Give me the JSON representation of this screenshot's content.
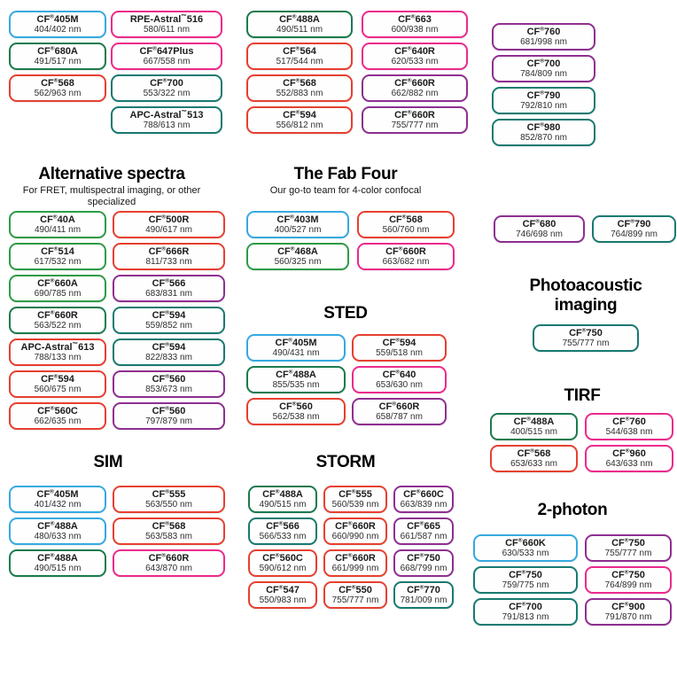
{
  "colors": {
    "blue": "#36a9e1",
    "green": "#2e9c47",
    "forest": "#1b7a4e",
    "teal": "#187a70",
    "red": "#e64030",
    "pink": "#ec2a8c",
    "purple": "#8e2f91"
  },
  "sections": {
    "top_left": {
      "columns": [
        [
          {
            "name": "CF®405M",
            "range": "404/402 nm",
            "color": "blue"
          },
          {
            "name": "CF®680A",
            "range": "491/517 nm",
            "color": "forest"
          },
          {
            "name": "CF®568",
            "range": "562/963 nm",
            "color": "red"
          }
        ],
        [
          {
            "name": "RPE-Astral™516",
            "range": "580/611 nm",
            "color": "pink"
          },
          {
            "name": "CF®647Plus",
            "range": "667/558 nm",
            "color": "pink"
          },
          {
            "name": "CF®700",
            "range": "553/322 nm",
            "color": "teal"
          },
          {
            "name": "APC-Astral™513",
            "range": "788/613 nm",
            "color": "teal"
          }
        ]
      ]
    },
    "top_middle": {
      "columns": [
        [
          {
            "name": "CF®488A",
            "range": "490/511 nm",
            "color": "forest"
          },
          {
            "name": "CF®564",
            "range": "517/544 nm",
            "color": "red"
          },
          {
            "name": "CF®568",
            "range": "552/883 nm",
            "color": "red"
          },
          {
            "name": "CF®594",
            "range": "556/812 nm",
            "color": "red"
          }
        ],
        [
          {
            "name": "CF®663",
            "range": "600/938 nm",
            "color": "pink"
          },
          {
            "name": "CF®640R",
            "range": "620/533 nm",
            "color": "pink"
          },
          {
            "name": "CF®660R",
            "range": "662/882 nm",
            "color": "purple"
          },
          {
            "name": "CF®660R",
            "range": "755/777 nm",
            "color": "purple"
          }
        ]
      ]
    },
    "top_right": {
      "columns": [
        [
          {
            "name": "CF®760",
            "range": "681/998 nm",
            "color": "purple"
          },
          {
            "name": "CF®700",
            "range": "784/809 nm",
            "color": "purple"
          },
          {
            "name": "CF®790",
            "range": "792/810 nm",
            "color": "teal"
          },
          {
            "name": "CF®980",
            "range": "852/870 nm",
            "color": "teal"
          }
        ]
      ]
    },
    "alternative": {
      "title": "Alternative spectra",
      "subtitle": "For FRET, multispectral imaging, or other specialized",
      "columns": [
        [
          {
            "name": "CF®40A",
            "range": "490/411 nm",
            "color": "green"
          },
          {
            "name": "CF®514",
            "range": "617/532 nm",
            "color": "green"
          },
          {
            "name": "CF®660A",
            "range": "690/785 nm",
            "color": "green"
          },
          {
            "name": "CF®660R",
            "range": "563/522 nm",
            "color": "forest"
          },
          {
            "name": "APC-Astral™613",
            "range": "788/133 nm",
            "color": "red"
          },
          {
            "name": "CF®594",
            "range": "560/675 nm",
            "color": "red"
          },
          {
            "name": "CF®560C",
            "range": "662/635 nm",
            "color": "red"
          }
        ],
        [
          {
            "name": "CF®500R",
            "range": "490/617 nm",
            "color": "red"
          },
          {
            "name": "CF®666R",
            "range": "811/733 nm",
            "color": "red"
          },
          {
            "name": "CF®566",
            "range": "683/831 nm",
            "color": "purple"
          },
          {
            "name": "CF®594",
            "range": "559/852 nm",
            "color": "teal"
          },
          {
            "name": "CF®594",
            "range": "822/833 nm",
            "color": "teal"
          },
          {
            "name": "CF®560",
            "range": "853/673 nm",
            "color": "purple"
          },
          {
            "name": "CF®560",
            "range": "797/879 nm",
            "color": "purple"
          }
        ]
      ]
    },
    "fab_four": {
      "title": "The Fab Four",
      "subtitle": "Our go-to team for 4-color confocal",
      "columns": [
        [
          {
            "name": "CF®403M",
            "range": "400/527 nm",
            "color": "blue"
          },
          {
            "name": "CF®468A",
            "range": "560/325 nm",
            "color": "green"
          }
        ],
        [
          {
            "name": "CF®568",
            "range": "560/760 nm",
            "color": "red"
          },
          {
            "name": "CF®660R",
            "range": "663/682 nm",
            "color": "pink"
          }
        ]
      ]
    },
    "pair": {
      "columns": [
        [
          {
            "name": "CF®680",
            "range": "746/698 nm",
            "color": "purple"
          }
        ],
        [
          {
            "name": "CF®790",
            "range": "764/899 nm",
            "color": "teal"
          }
        ]
      ]
    },
    "photoacoustic": {
      "title": "Photoacoustic imaging",
      "columns": [
        [
          {
            "name": "CF®750",
            "range": "755/777 nm",
            "color": "teal"
          }
        ]
      ]
    },
    "sted": {
      "title": "STED",
      "columns": [
        [
          {
            "name": "CF®405M",
            "range": "490/431 nm",
            "color": "blue"
          },
          {
            "name": "CF®488A",
            "range": "855/535 nm",
            "color": "forest"
          },
          {
            "name": "CF®560",
            "range": "562/538 nm",
            "color": "red"
          }
        ],
        [
          {
            "name": "CF®594",
            "range": "559/518 nm",
            "color": "red"
          },
          {
            "name": "CF®640",
            "range": "653/630 nm",
            "color": "pink"
          },
          {
            "name": "CF®660R",
            "range": "658/787 nm",
            "color": "purple"
          }
        ]
      ]
    },
    "tirf": {
      "title": "TIRF",
      "columns": [
        [
          {
            "name": "CF®488A",
            "range": "400/515 nm",
            "color": "forest"
          },
          {
            "name": "CF®568",
            "range": "653/633 nm",
            "color": "red"
          }
        ],
        [
          {
            "name": "CF®760",
            "range": "544/638 nm",
            "color": "pink"
          },
          {
            "name": "CF®960",
            "range": "643/633 nm",
            "color": "pink"
          }
        ]
      ]
    },
    "sim": {
      "title": "SIM",
      "columns": [
        [
          {
            "name": "CF®405M",
            "range": "401/432 nm",
            "color": "blue"
          },
          {
            "name": "CF®488A",
            "range": "480/633 nm",
            "color": "blue"
          },
          {
            "name": "CF®488A",
            "range": "490/515 nm",
            "color": "forest"
          }
        ],
        [
          {
            "name": "CF®555",
            "range": "563/550 nm",
            "color": "red"
          },
          {
            "name": "CF®568",
            "range": "563/583 nm",
            "color": "red"
          },
          {
            "name": "CF®660R",
            "range": "643/870 nm",
            "color": "pink"
          }
        ]
      ]
    },
    "storm": {
      "title": "STORM",
      "columns": [
        [
          {
            "name": "CF®488A",
            "range": "490/515 nm",
            "color": "forest"
          },
          {
            "name": "CF®566",
            "range": "566/533 nm",
            "color": "teal"
          },
          {
            "name": "CF®560C",
            "range": "590/612 nm",
            "color": "red"
          },
          {
            "name": "CF®547",
            "range": "550/983 nm",
            "color": "red"
          }
        ],
        [
          {
            "name": "CF®555",
            "range": "560/539 nm",
            "color": "red"
          },
          {
            "name": "CF®660R",
            "range": "660/990 nm",
            "color": "red"
          },
          {
            "name": "CF®660R",
            "range": "661/999 nm",
            "color": "red"
          },
          {
            "name": "CF®550",
            "range": "755/777 nm",
            "color": "red"
          }
        ],
        [
          {
            "name": "CF®660C",
            "range": "663/839 nm",
            "color": "purple"
          },
          {
            "name": "CF®665",
            "range": "661/587 nm",
            "color": "purple"
          },
          {
            "name": "CF®750",
            "range": "668/799 nm",
            "color": "purple"
          },
          {
            "name": "CF®770",
            "range": "781/009 nm",
            "color": "teal"
          }
        ]
      ]
    },
    "two_photon": {
      "title": "2-photon",
      "columns": [
        [
          {
            "name": "CF®660K",
            "range": "630/533 nm",
            "color": "blue"
          },
          {
            "name": "CF®750",
            "range": "759/775 nm",
            "color": "teal"
          },
          {
            "name": "CF®700",
            "range": "791/813 nm",
            "color": "teal"
          }
        ],
        [
          {
            "name": "CF®750",
            "range": "755/777 nm",
            "color": "purple"
          },
          {
            "name": "CF®750",
            "range": "764/899 nm",
            "color": "pink"
          },
          {
            "name": "CF®900",
            "range": "791/870 nm",
            "color": "purple"
          }
        ]
      ]
    }
  }
}
